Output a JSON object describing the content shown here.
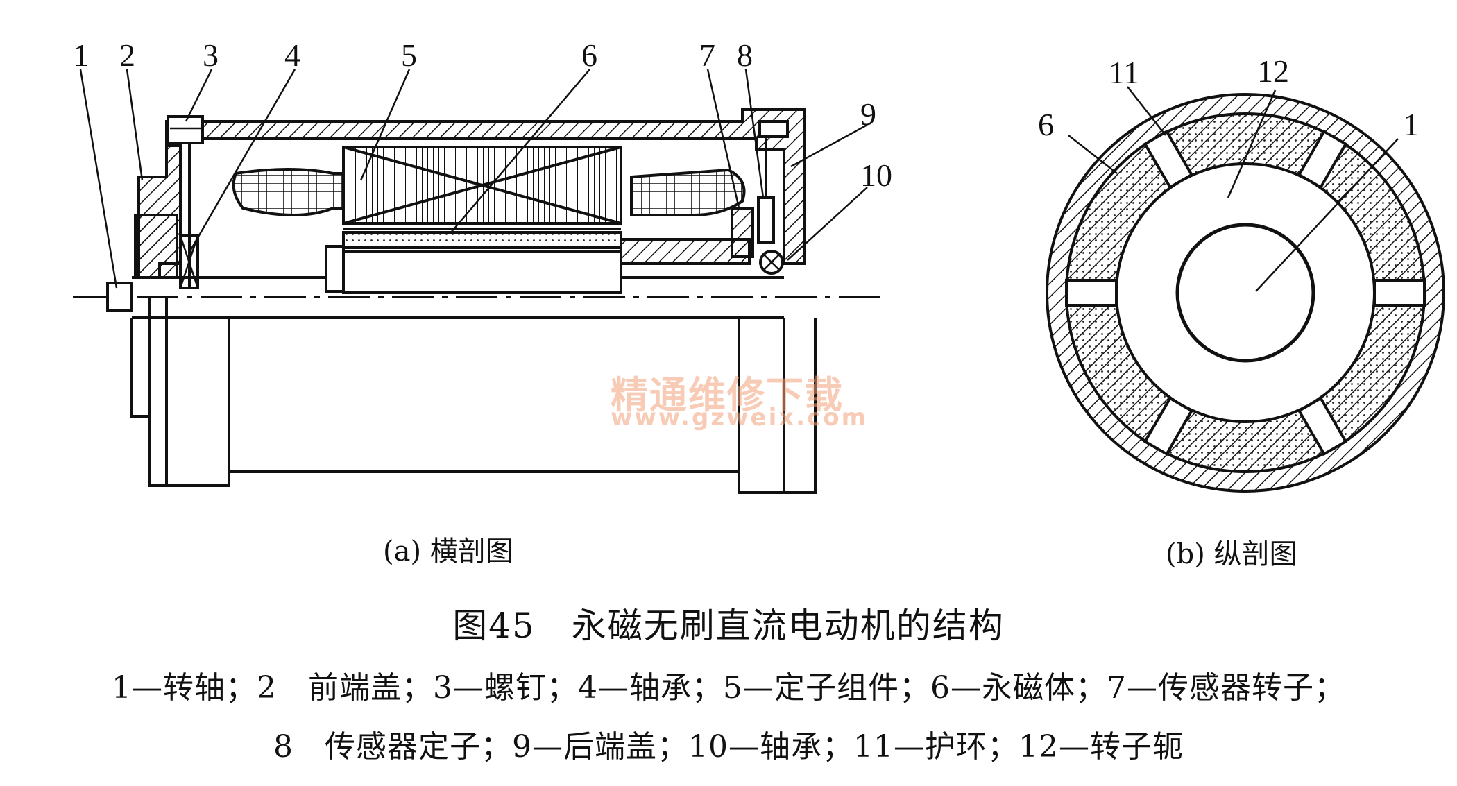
{
  "figure": {
    "part_labels_a": [
      "1",
      "2",
      "3",
      "4",
      "5",
      "6",
      "7",
      "8",
      "9",
      "10"
    ],
    "part_labels_b": [
      "11",
      "12",
      "6",
      "1"
    ],
    "caption_a": "(a) 横剖图",
    "caption_b": "(b) 纵剖图",
    "title": "图45　永磁无刷直流电动机的结构",
    "legend_line1": "1—转轴；2　前端盖；3—螺钉；4—轴承；5—定子组件；6—永磁体；7—传感器转子；",
    "legend_line2": "8　传感器定子；9—后端盖；10—轴承；11—护环；12—转子轭"
  },
  "watermark": {
    "text": "精通维修下载",
    "url": "www.gzweix.com"
  }
}
